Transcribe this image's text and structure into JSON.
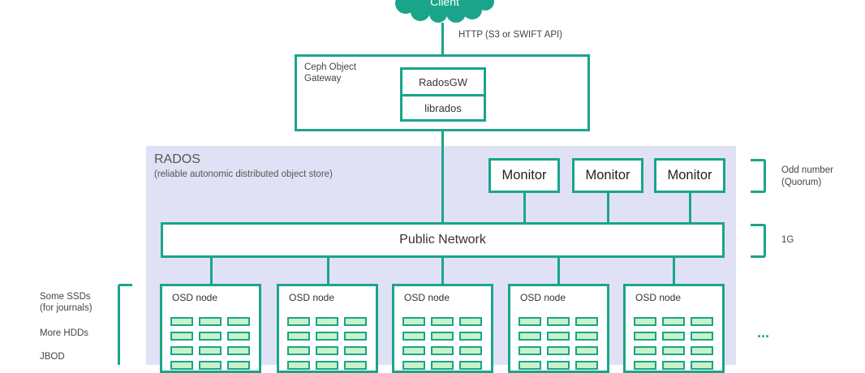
{
  "client": {
    "label": "Client"
  },
  "http_label": "HTTP (S3 or SWIFT API)",
  "gateway": {
    "title_line1": "Ceph Object",
    "title_line2": "Gateway",
    "radosgw": "RadosGW",
    "librados": "librados"
  },
  "rados": {
    "title": "RADOS",
    "subtitle": "(reliable autonomic distributed object store)"
  },
  "monitors": [
    "Monitor",
    "Monitor",
    "Monitor"
  ],
  "public_network": "Public Network",
  "osd_nodes": [
    "OSD node",
    "OSD node",
    "OSD node",
    "OSD node",
    "OSD node"
  ],
  "ellipsis": "...",
  "annotations": {
    "odd_number_line1": "Odd number",
    "odd_number_line2": "(Quorum)",
    "network_speed": "1G",
    "ssds_line1": "Some SSDs",
    "ssds_line2": "(for journals)",
    "hdds": "More HDDs",
    "jbod": "JBOD"
  },
  "colors": {
    "accent": "#1aa58a",
    "rados_background": "#e1e1f6",
    "disk_fill": "#c8f2c9"
  }
}
